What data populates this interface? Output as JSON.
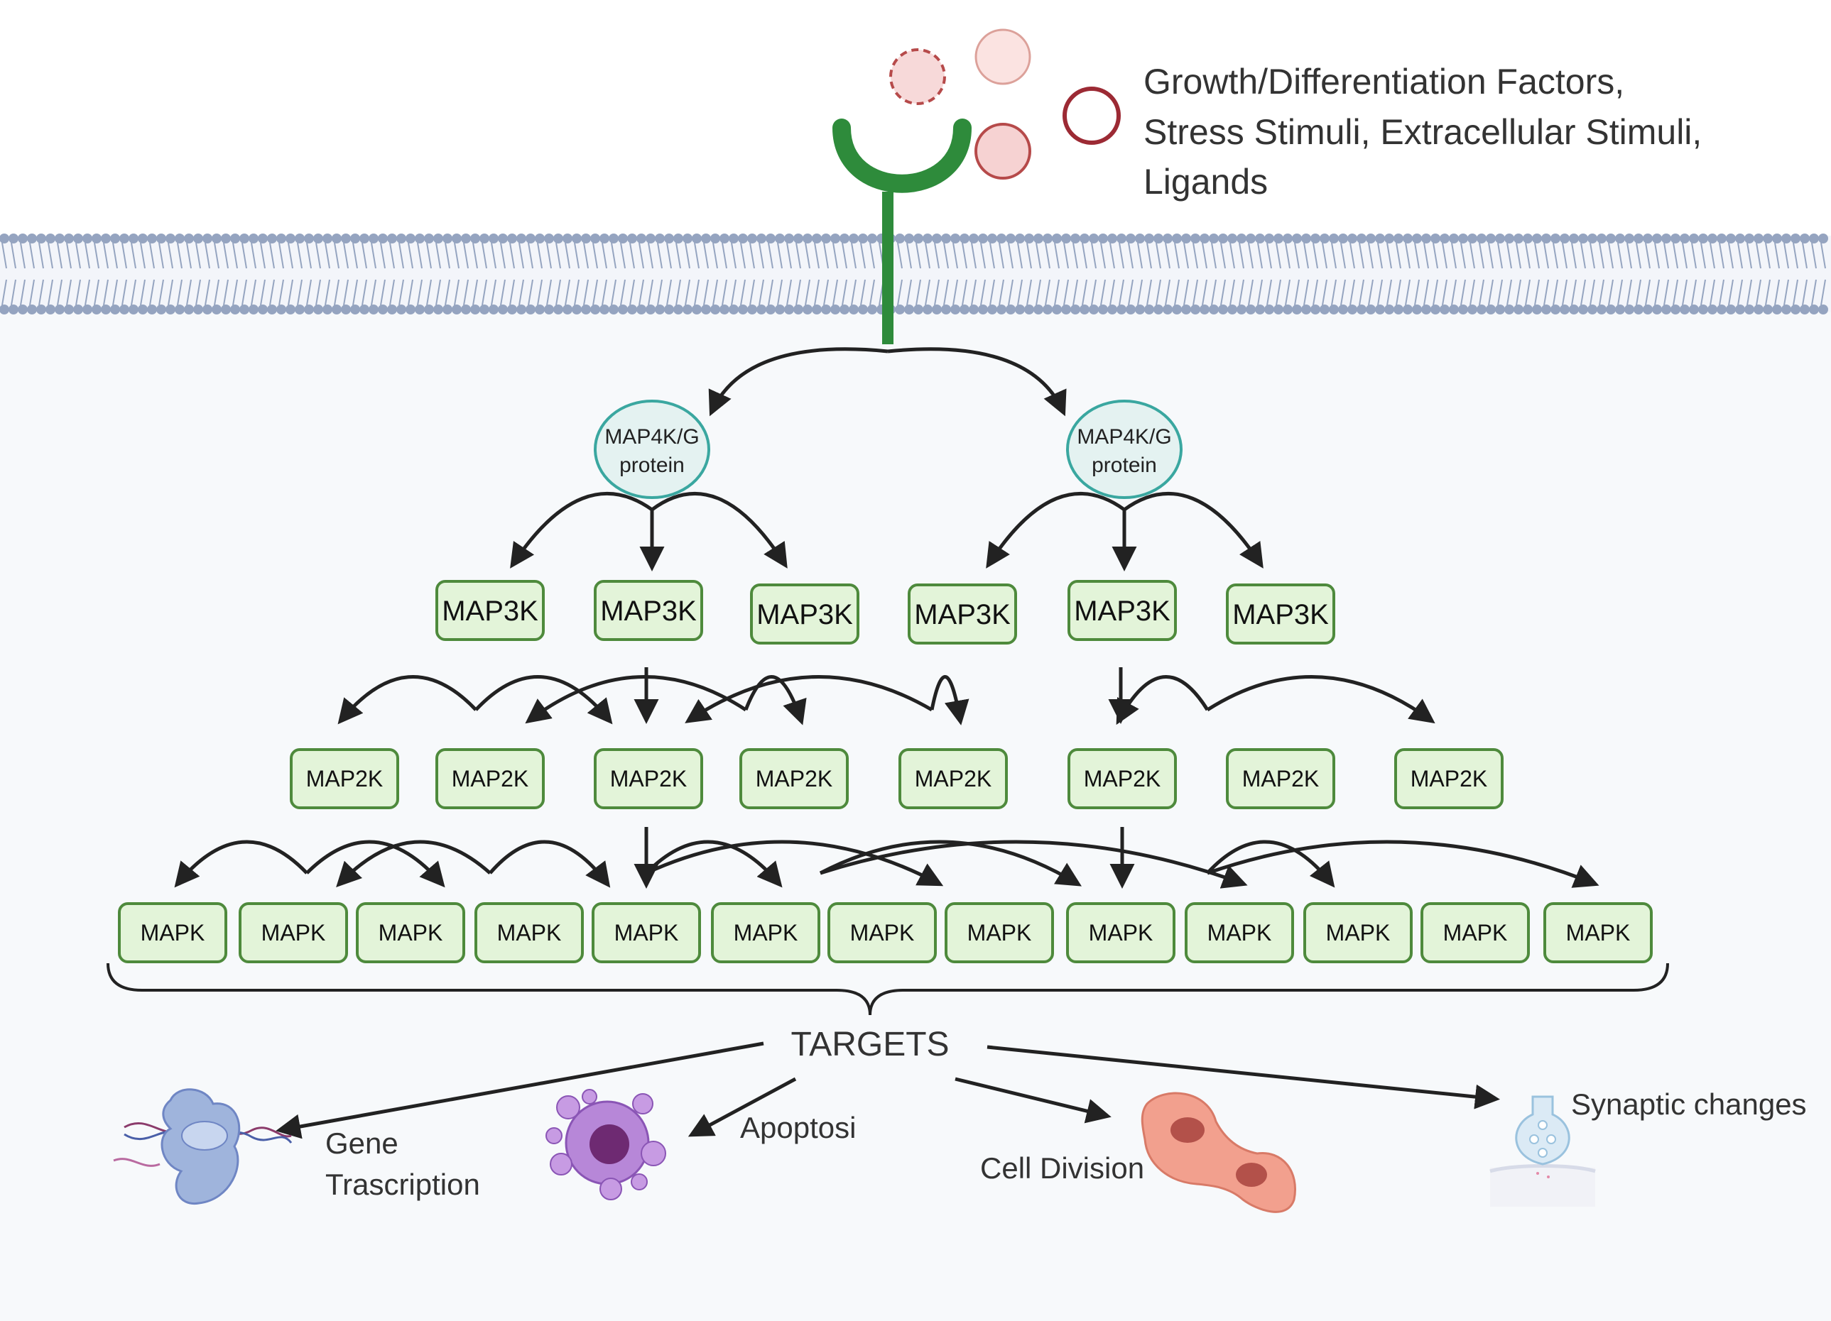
{
  "stimuli_label": {
    "lines": [
      "Growth/Differentiation Factors,",
      "Stress Stimuli, Extracellular Stimuli,",
      "Ligands"
    ]
  },
  "map4k": [
    {
      "line1": "MAP4K/G",
      "line2": "protein"
    },
    {
      "line1": "MAP4K/G",
      "line2": "protein"
    }
  ],
  "map3k": [
    "MAP3K",
    "MAP3K",
    "MAP3K",
    "MAP3K",
    "MAP3K",
    "MAP3K"
  ],
  "map2k": [
    "MAP2K",
    "MAP2K",
    "MAP2K",
    "MAP2K",
    "MAP2K",
    "MAP2K",
    "MAP2K",
    "MAP2K"
  ],
  "mapk": [
    "MAPK",
    "MAPK",
    "MAPK",
    "MAPK",
    "MAPK",
    "MAPK",
    "MAPK",
    "MAPK",
    "MAPK",
    "MAPK",
    "MAPK",
    "MAPK",
    "MAPK"
  ],
  "targets": {
    "title": "TARGETS",
    "gene": [
      "Gene",
      "Trascription"
    ],
    "apoptosis": "Apoptosi",
    "cell_division": "Cell Division",
    "synaptic": "Synaptic changes"
  },
  "colors": {
    "box_fill": "#e3f4d9",
    "box_stroke": "#4e8a3c",
    "receptor": "#2e8b3b",
    "map4k_fill": "#e4f2f1",
    "map4k_stroke": "#3aa7a0",
    "membrane": "#95a4c0",
    "cell_interior": "#f7f9fb",
    "arrow": "#222222"
  }
}
